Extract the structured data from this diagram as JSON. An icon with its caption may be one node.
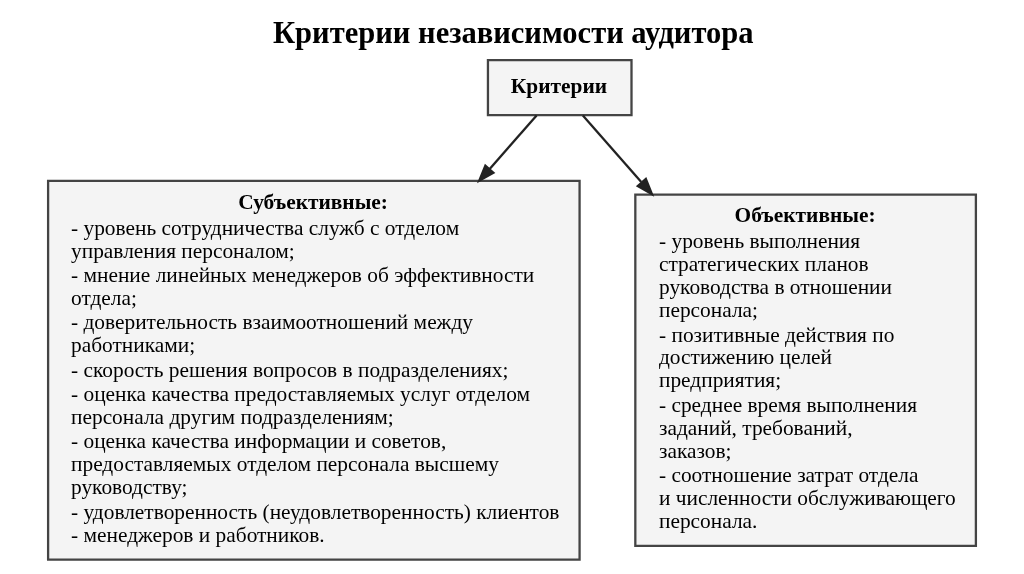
{
  "diagram": {
    "title": "Критерии независимости аудитора",
    "nodes": [
      {
        "text": [
          "Критерии"
        ]
      },
      {
        "text": [
          "Субъективные:",
          "- уровень сотрудничества служб с отделом управления персоналом;",
          "- мнение линейных менеджеров об эффективности отдела;",
          "- доверительность взаимоотношений между работниками;",
          "- скорость решения вопросов в подразделениях;",
          "- оценка качества предоставляемых услуг отделом персонала другим подразделениям;",
          "- оценка качества информации и советов, предоставляемых отделом персонала высшему руководству;",
          "- удовлетворенность (неудовлетворенность) клиентов - менеджеров и работников."
        ]
      },
      {
        "text": [
          "Объективные:",
          "- уровень выполнения стратегических планов руководства в отношении персонала;",
          "- позитивные действия по достижению целей предприятия;",
          "- среднее время выполнения заданий, требований, заказов;",
          "- соотношение затрат отдела и численности обслуживающего персонала."
        ]
      }
    ],
    "edges": [
      {
        "from": 0,
        "to": 1,
        "arrow": "to"
      },
      {
        "from": 0,
        "to": 2,
        "arrow": "to"
      }
    ]
  }
}
